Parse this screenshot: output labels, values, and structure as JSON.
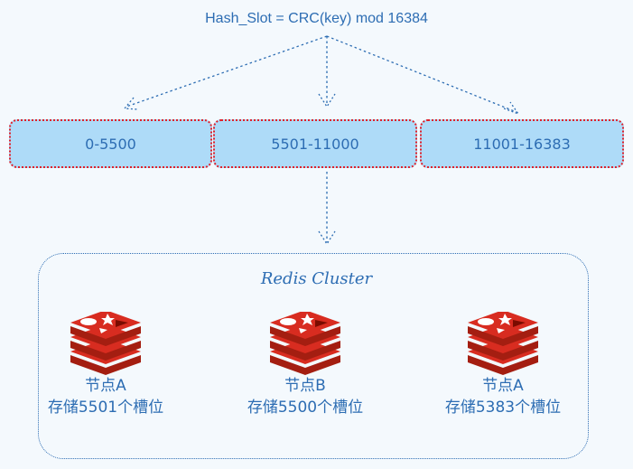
{
  "formula": "Hash_Slot = CRC(key) mod 16384",
  "slots": [
    {
      "label": "0-5500"
    },
    {
      "label": "5501-11000"
    },
    {
      "label": "11001-16383"
    }
  ],
  "cluster": {
    "title": "Redis Cluster",
    "nodes": [
      {
        "name": "节点A",
        "desc": "存储5501个槽位"
      },
      {
        "name": "节点B",
        "desc": "存储5500个槽位"
      },
      {
        "name": "节点A",
        "desc": "存储5383个槽位"
      }
    ]
  },
  "icon": "redis-icon",
  "colors": {
    "text": "#2d6db3",
    "slot_fill": "#aedbf8",
    "slot_border": "#e0202a",
    "redis_red": "#d82c20",
    "redis_dark": "#a41e11"
  }
}
